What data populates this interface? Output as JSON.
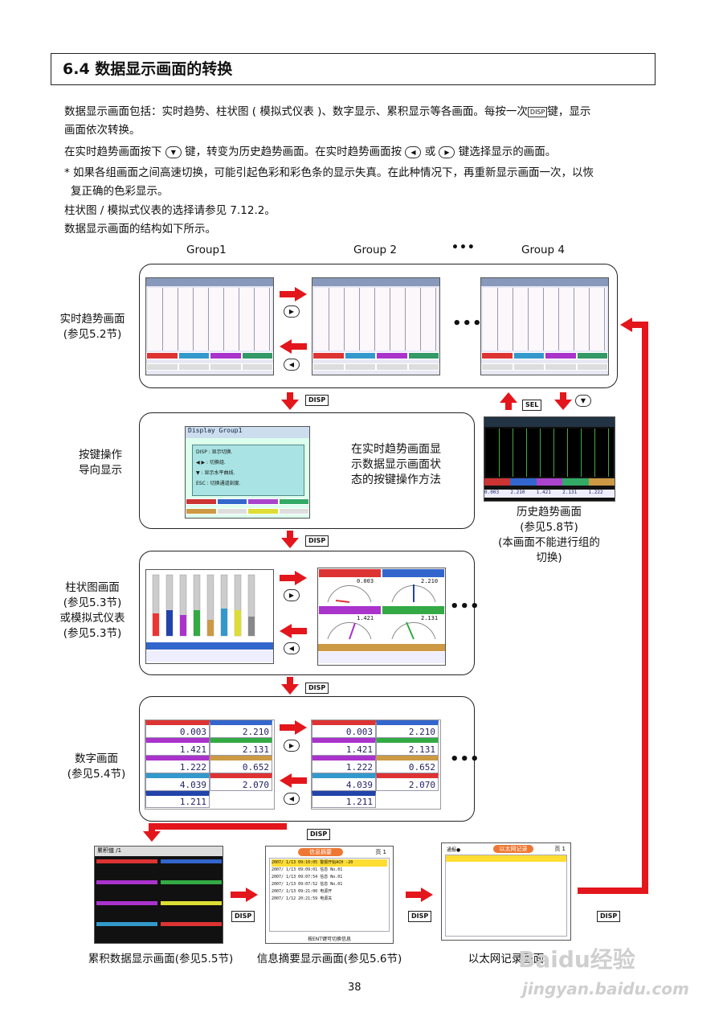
{
  "section_title": "6.4  数据显示画面的转换",
  "paragraphs": {
    "p1_a": "数据显示画面包括：实时趋势、柱状图 ( 模拟式仪表 )、数字显示、累积显示等各画面。每按一次",
    "p1_key": "DISP",
    "p1_b": "键，显示",
    "p1_c": "画面依次转换。",
    "p2_a": "在实时趋势画面按下",
    "p2_b": "键，转变为历史趋势画面。在实时趋势画面按",
    "p2_c": "或",
    "p2_d": "键选择显示的画面。",
    "p3_a": "* 如果各组画面之间高速切换，可能引起色彩和彩色条的显示失真。在此种情况下，再重新显示画面一次，以恢",
    "p3_b": "复正确的色彩显示。",
    "p4": "柱状图 / 模拟式仪表的选择请参见 7.12.2。",
    "p5": "数据显示画面的结构如下所示。"
  },
  "groups": {
    "g1": "Group1",
    "g2": "Group 2",
    "dots": "•••",
    "g4": "Group 4"
  },
  "labels": {
    "realtime": [
      "实时趋势画面",
      "(参见5.2节)"
    ],
    "keyguide": [
      "按键操作",
      "导向显示"
    ],
    "keyguide_desc": [
      "在实时趋势画面显",
      "示数据显示画面状",
      "态的按键操作方法"
    ],
    "bar": [
      "柱状图画面",
      "(参见5.3节)",
      "或模拟式仪表",
      "(参见5.3节)"
    ],
    "digital": [
      "数字画面",
      "(参见5.4节)"
    ],
    "history": [
      "历史趋势画面",
      "(参见5.8节)",
      "(本画面不能进行组的",
      "切换)"
    ],
    "cumulative": "累积数据显示画面(参见5.5节)",
    "message": "信息摘要显示画面(参见5.6节)",
    "ethernet": "以太网记录画面"
  },
  "keys": {
    "disp": "DISP",
    "sel": "SEL",
    "dots": "•••"
  },
  "mini_screens": {
    "keyguide_title": "Display Group1",
    "keyguide_lines": [
      "显示切换.",
      "切换组.",
      "显示水平曲线.",
      "切换通道刻度."
    ],
    "keyguide_keys": [
      "DISP",
      "◀ ▶",
      "▼",
      "ESC"
    ],
    "digital_values": [
      "0.003",
      "2.210",
      "1.421",
      "2.131",
      "1.222",
      "0.652",
      "4.039",
      "2.070",
      "1.211"
    ],
    "gauge_values": [
      "0.003",
      "2.210",
      "1.421",
      "2.131"
    ],
    "history_values": [
      "0.003",
      "2.210",
      "1.421",
      "2.131",
      "1.222"
    ],
    "message_header": "信息摘要",
    "message_page": "页  1",
    "message_lines": [
      "2007/ 1/13 09:10:05 警报开始ACH -20",
      "2007/ 1/13 09:09:01       信息 No.01",
      "2007/ 1/13 09:07:54       信息 No.01",
      "2007/ 1/13 09:07:52       信息 No.01",
      "2007/ 1/13 09:21:00 电源开",
      "2007/ 1/12 20:21:59 电源关"
    ],
    "message_footer": "按ENT键可切换信息",
    "ethernet_header": "以太网记录",
    "ethernet_left": "通报●",
    "ethernet_page": "页  1",
    "cumulative_title": "累积值 /1"
  },
  "page_number": "38",
  "watermark": {
    "brand": "Baidu经验",
    "url": "jingyan.baidu.com"
  },
  "colors": {
    "red_arrow": "#e3161c",
    "panel_border": "#222222"
  }
}
